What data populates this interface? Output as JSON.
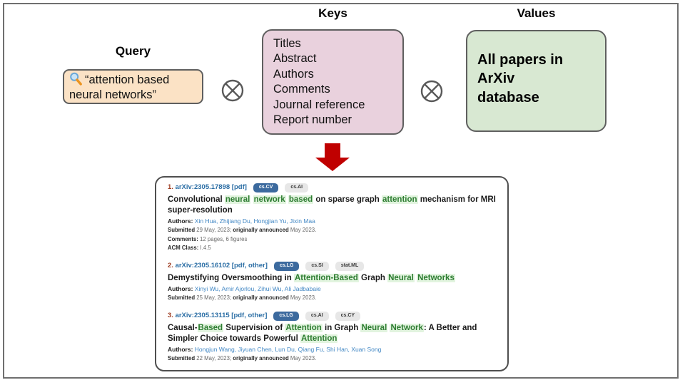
{
  "diagram": {
    "query": {
      "label": "Query",
      "text": "“attention based neural networks”",
      "icon": "magnifier-search-icon"
    },
    "keys": {
      "label": "Keys",
      "items": [
        "Titles",
        "Abstract",
        "Authors",
        "Comments",
        "Journal reference",
        "Report number"
      ]
    },
    "values": {
      "label": "Values",
      "text": "All papers in ArXiv database"
    },
    "operator_symbol": "⊗",
    "flow_icon": "down-arrow"
  },
  "colors": {
    "query_box": "#fbe2c5",
    "keys_box": "#e9d1dd",
    "values_box": "#d8e8d2",
    "arrow_red": "#c00000",
    "highlight_text": "#2e7d32",
    "highlight_bg": "#e2f4df",
    "primary_tag_bg": "#3c6a9e",
    "link_blue": "#2a6da4",
    "author_link_blue": "#4187c4",
    "result_number": "#9e3c21"
  },
  "results_panel": {
    "items": [
      {
        "num": "1.",
        "id": "arXiv:2305.17898",
        "pdf": "[pdf]",
        "primary_tag": "cs.CV",
        "tags": [
          "cs.AI"
        ],
        "title": [
          {
            "t": "Convolutional ",
            "h": false
          },
          {
            "t": "neural",
            "h": true
          },
          {
            "t": " ",
            "h": false
          },
          {
            "t": "network",
            "h": true
          },
          {
            "t": " ",
            "h": false
          },
          {
            "t": "based",
            "h": true
          },
          {
            "t": " on sparse graph ",
            "h": false
          },
          {
            "t": "attention",
            "h": true
          },
          {
            "t": " mechanism for MRI super-resolution",
            "h": false
          }
        ],
        "authors_label": "Authors:",
        "authors": [
          "Xin Hua",
          "Zhijiang Du",
          "Hongjian Yu",
          "Jixin Maa"
        ],
        "meta": [
          [
            {
              "t": "Submitted",
              "b": true
            },
            {
              "t": " 29 May, 2023; ",
              "b": false
            },
            {
              "t": "originally announced",
              "b": true
            },
            {
              "t": " May 2023.",
              "b": false
            }
          ],
          [
            {
              "t": "Comments:",
              "b": true
            },
            {
              "t": " 12 pages, 6 figures",
              "b": false
            }
          ],
          [
            {
              "t": "ACM Class:",
              "b": true
            },
            {
              "t": " I.4.5",
              "b": false
            }
          ]
        ]
      },
      {
        "num": "2.",
        "id": "arXiv:2305.16102",
        "pdf": "[pdf, other]",
        "primary_tag": "cs.LG",
        "tags": [
          "cs.SI",
          "stat.ML"
        ],
        "title": [
          {
            "t": "Demystifying Oversmoothing in ",
            "h": false
          },
          {
            "t": "Attention-Based",
            "h": true
          },
          {
            "t": " Graph ",
            "h": false
          },
          {
            "t": "Neural",
            "h": true
          },
          {
            "t": " ",
            "h": false
          },
          {
            "t": "Networks",
            "h": true
          }
        ],
        "authors_label": "Authors:",
        "authors": [
          "Xinyi Wu",
          "Amir Ajorlou",
          "Zihui Wu",
          "Ali Jadbabaie"
        ],
        "meta": [
          [
            {
              "t": "Submitted",
              "b": true
            },
            {
              "t": " 25 May, 2023; ",
              "b": false
            },
            {
              "t": "originally announced",
              "b": true
            },
            {
              "t": " May 2023.",
              "b": false
            }
          ]
        ]
      },
      {
        "num": "3.",
        "id": "arXiv:2305.13115",
        "pdf": "[pdf, other]",
        "primary_tag": "cs.LG",
        "tags": [
          "cs.AI",
          "cs.CY"
        ],
        "title": [
          {
            "t": "Causal-",
            "h": false
          },
          {
            "t": "Based",
            "h": true
          },
          {
            "t": " Supervision of ",
            "h": false
          },
          {
            "t": "Attention",
            "h": true
          },
          {
            "t": " in Graph ",
            "h": false
          },
          {
            "t": "Neural",
            "h": true
          },
          {
            "t": " ",
            "h": false
          },
          {
            "t": "Network",
            "h": true
          },
          {
            "t": ": A Better and Simpler Choice towards Powerful ",
            "h": false
          },
          {
            "t": "Attention",
            "h": true
          }
        ],
        "authors_label": "Authors:",
        "authors": [
          "Hongjun Wang",
          "Jiyuan Chen",
          "Lun Du",
          "Qiang Fu",
          "Shi Han",
          "Xuan Song"
        ],
        "meta": [
          [
            {
              "t": "Submitted",
              "b": true
            },
            {
              "t": " 22 May, 2023; ",
              "b": false
            },
            {
              "t": "originally announced",
              "b": true
            },
            {
              "t": " May 2023.",
              "b": false
            }
          ]
        ]
      }
    ]
  }
}
